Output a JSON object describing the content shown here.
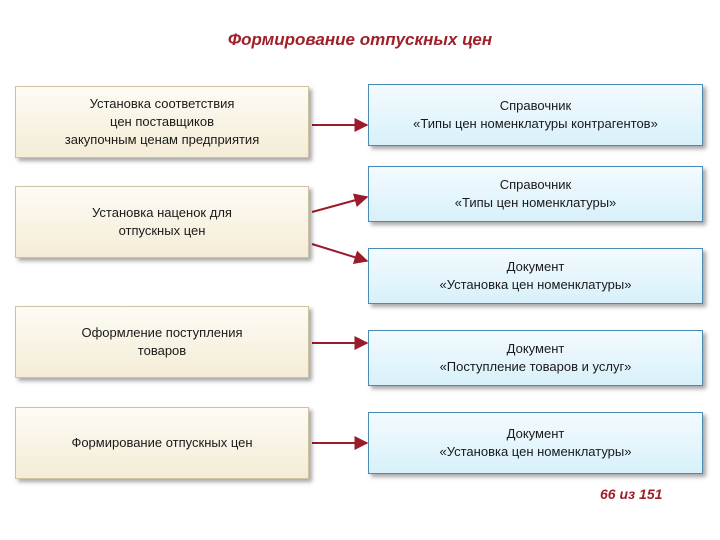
{
  "title": "Формирование отпускных цен",
  "left_boxes": [
    {
      "lines": [
        "Установка соответствия",
        "цен поставщиков",
        "закупочным ценам предприятия"
      ]
    },
    {
      "lines": [
        "Установка наценок для",
        "отпускных цен"
      ]
    },
    {
      "lines": [
        "Оформление поступления",
        "товаров"
      ]
    },
    {
      "lines": [
        "Формирование отпускных цен"
      ]
    }
  ],
  "right_boxes": [
    {
      "lines": [
        "Справочник",
        "«Типы цен номенклатуры контрагентов»"
      ]
    },
    {
      "lines": [
        "Справочник",
        "«Типы цен номенклатуры»"
      ]
    },
    {
      "lines": [
        "Документ",
        "«Установка цен номенклатуры»"
      ]
    },
    {
      "lines": [
        "Документ",
        "«Поступление товаров и услуг»"
      ]
    },
    {
      "lines": [
        "Документ",
        "«Установка цен номенклатуры»"
      ]
    }
  ],
  "page_indicator": "66 из 151",
  "colors": {
    "accent": "#a0202a",
    "arrow": "#9b1b2a"
  }
}
